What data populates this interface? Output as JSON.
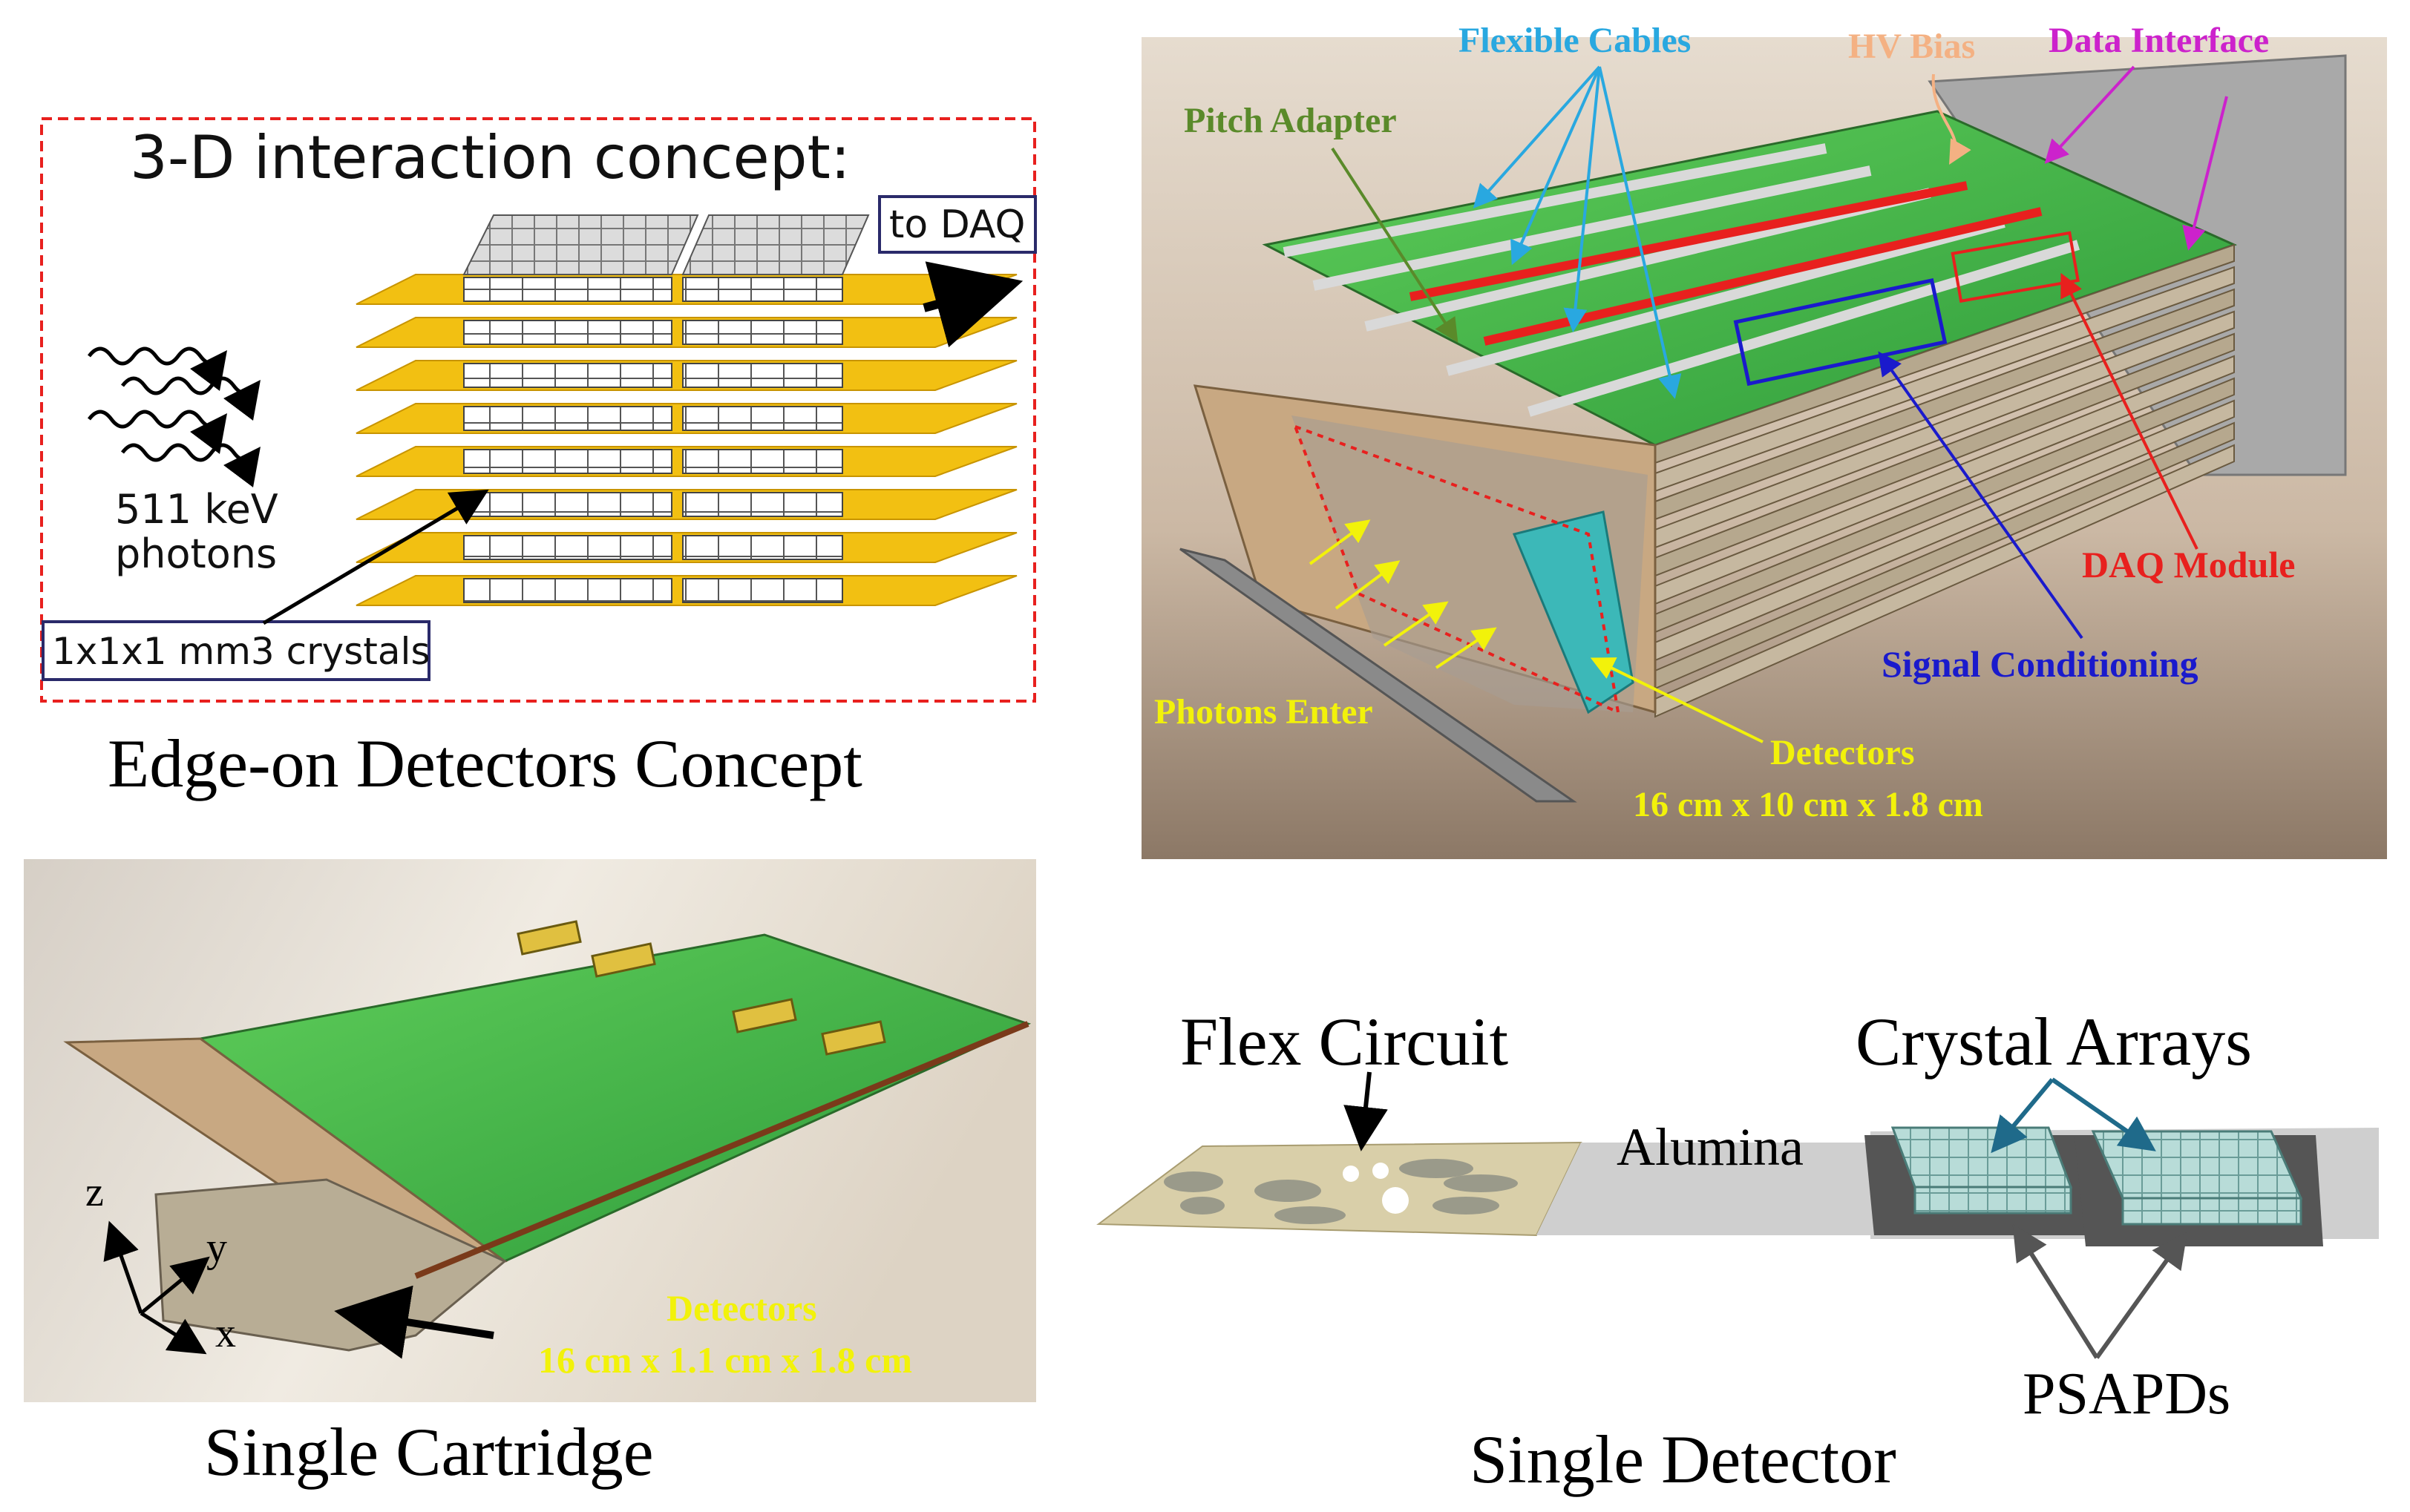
{
  "panels": {
    "edge_on": {
      "caption": "Edge-on Detectors Concept",
      "inset_title": "3-D interaction concept:",
      "daq_label": "to DAQ",
      "photons_label_line1": "511 keV",
      "photons_label_line2": "photons",
      "crystals_label": "1x1x1 mm3 crystals"
    },
    "system": {
      "labels": {
        "flexible_cables": "Flexible Cables",
        "hv_bias": "HV Bias",
        "data_interface": "Data Interface",
        "pitch_adapter": "Pitch Adapter",
        "daq_module": "DAQ Module",
        "signal_conditioning": "Signal Conditioning",
        "photons_enter": "Photons Enter",
        "detectors": "Detectors",
        "detectors_dims": "16 cm x 10 cm x 1.8 cm"
      },
      "colors": {
        "flexible_cables": "#29a8e0",
        "hv_bias": "#f4b183",
        "data_interface": "#cc22cc",
        "pitch_adapter": "#5a8a2a",
        "daq_module": "#e8201e",
        "signal_conditioning": "#1a1acc",
        "yellow": "#f2f20a"
      }
    },
    "cartridge": {
      "caption": "Single Cartridge",
      "detectors": "Detectors",
      "detectors_dims": "16 cm x 1.1 cm x 1.8 cm",
      "axis_z": "z",
      "axis_y": "y",
      "axis_x": "x"
    },
    "detector": {
      "caption": "Single Detector",
      "flex_circuit": "Flex Circuit",
      "crystal_arrays": "Crystal Arrays",
      "alumina": "Alumina",
      "psapds": "PSAPDs"
    }
  }
}
